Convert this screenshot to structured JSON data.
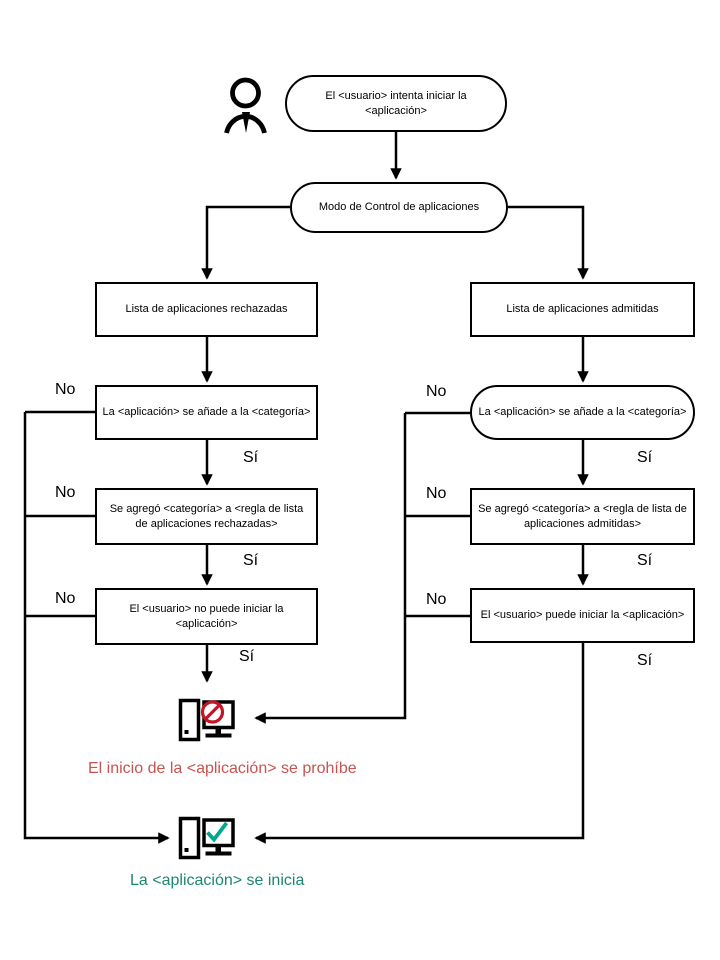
{
  "diagram": {
    "labels": {
      "no": "No",
      "yes": "Sí"
    },
    "nodes": {
      "start": "El <usuario> intenta iniciar la <aplicación>",
      "mode": "Modo de Control de aplicaciones",
      "denylist": "Lista de aplicaciones rechazadas",
      "allowlist": "Lista de aplicaciones admitidas",
      "deny_category": "La <aplicación> se añade a la <categoría>",
      "allow_category": "La <aplicación> se añade a la <categoría>",
      "deny_rule": "Se agregó <categoría> a <regla de lista de aplicaciones rechazadas>",
      "allow_rule": "Se agregó <categoría> a <regla de lista de aplicaciones admitidas>",
      "deny_result": "El <usuario> no puede iniciar la <aplicación>",
      "allow_result": "El <usuario> puede iniciar la <aplicación>"
    },
    "outcomes": {
      "blocked": "El inicio de la <aplicación> se prohíbe",
      "started": "La <aplicación> se inicia"
    },
    "icons": {
      "user": "user-icon",
      "blocked": "computer-blocked-icon",
      "allowed": "computer-allowed-icon"
    },
    "colors": {
      "line": "#000000",
      "blocked_text": "#C75450",
      "started_text": "#1E8673",
      "prohibit_sign": "#C41425",
      "check_mark": "#00A88E"
    }
  }
}
